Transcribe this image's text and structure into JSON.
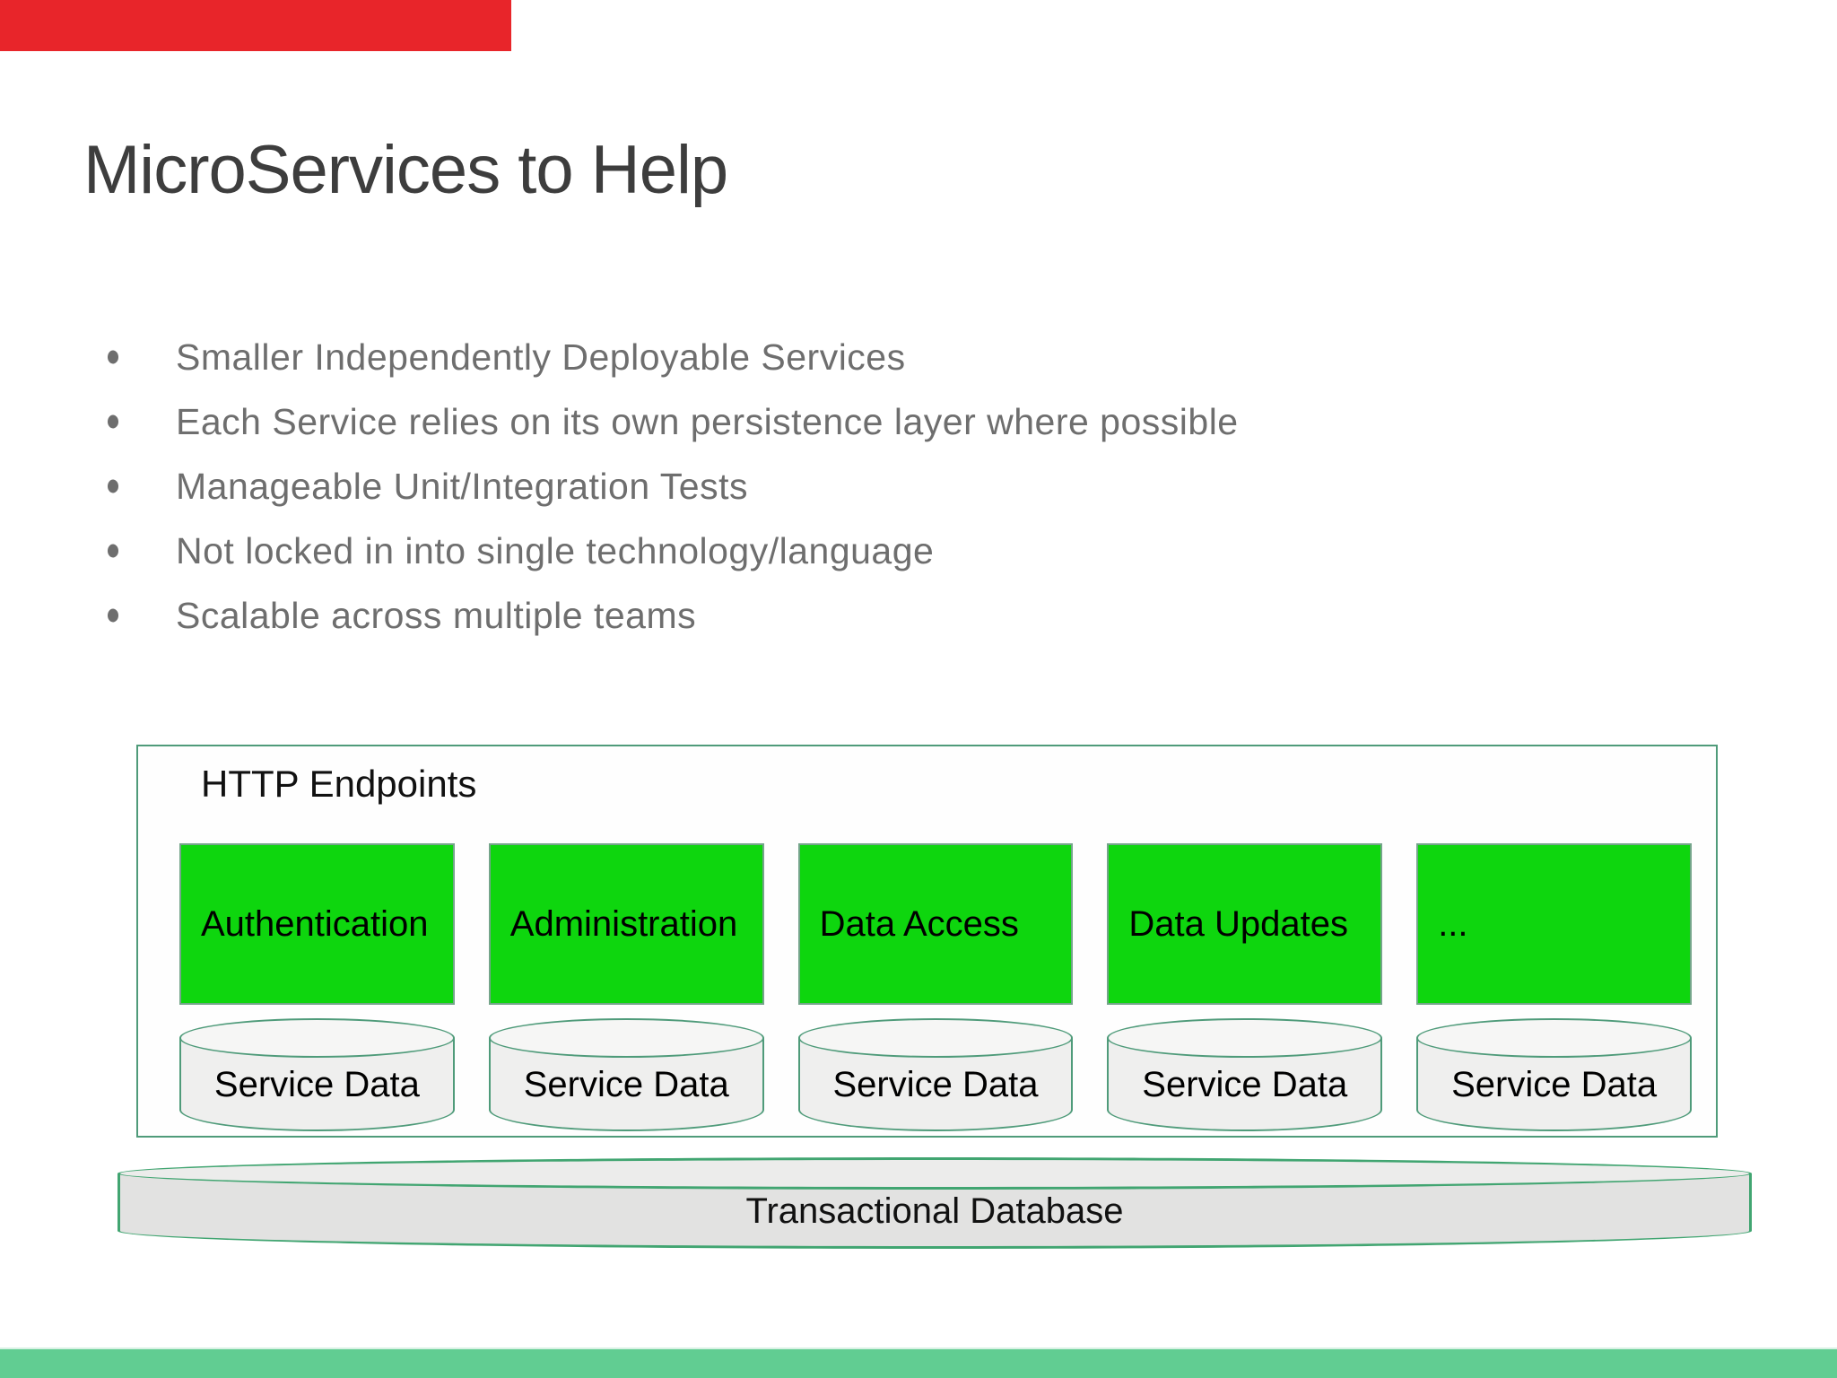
{
  "slide": {
    "title": "MicroServices to Help",
    "bullets": [
      "Smaller Independently Deployable Services",
      "Each Service relies on its own persistence layer where possible",
      "Manageable Unit/Integration Tests",
      "Not locked in into single technology/language",
      "Scalable across multiple teams"
    ],
    "diagram": {
      "container_label": "HTTP Endpoints",
      "services": [
        "Authentication",
        "Administration",
        "Data Access",
        "Data Updates",
        "..."
      ],
      "service_data_label": "Service Data",
      "database_label": "Transactional Database"
    },
    "colors": {
      "accent_red": "#e8252a",
      "accent_green_bar": "#61cd92",
      "service_green": "#0ed60e",
      "diagram_border": "#4f9b7a",
      "db_border": "#41a571",
      "cylinder_fill": "#efefee",
      "database_fill": "#e2e2e1",
      "title_color": "#3d3d3d",
      "bullet_color": "#6e6e6e"
    }
  }
}
